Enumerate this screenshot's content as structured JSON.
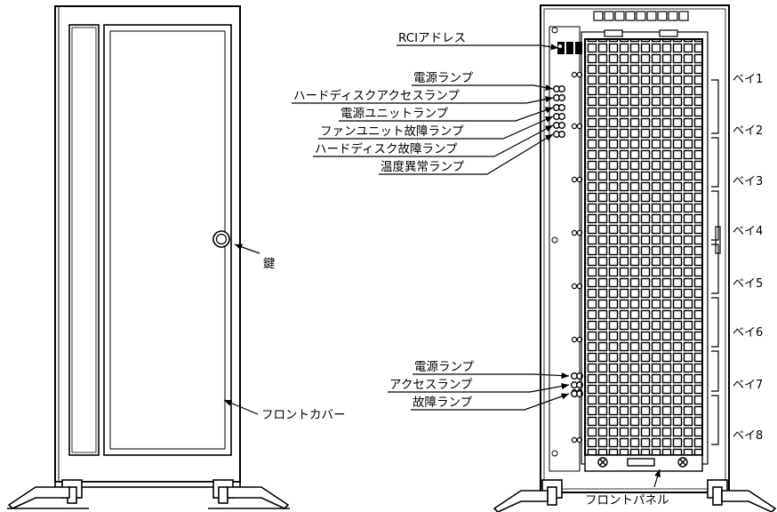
{
  "left_unit": {
    "key_label": "鍵",
    "front_cover_label": "フロントカバー"
  },
  "right_unit": {
    "callouts_top": [
      "RCIアドレス",
      "電源ランプ",
      "ハードディスクアクセスランプ",
      "電源ユニットランプ",
      "ファンユニット故障ランプ",
      "ハードディスク故障ランプ",
      "温度異常ランプ"
    ],
    "callouts_bottom": [
      "電源ランプ",
      "アクセスランプ",
      "故障ランプ"
    ],
    "front_panel_label": "フロントパネル",
    "bays": [
      "ベイ1",
      "ベイ2",
      "ベイ3",
      "ベイ4",
      "ベイ5",
      "ベイ6",
      "ベイ7",
      "ベイ8"
    ]
  },
  "colors": {
    "line": "#000000",
    "background": "#ffffff"
  }
}
